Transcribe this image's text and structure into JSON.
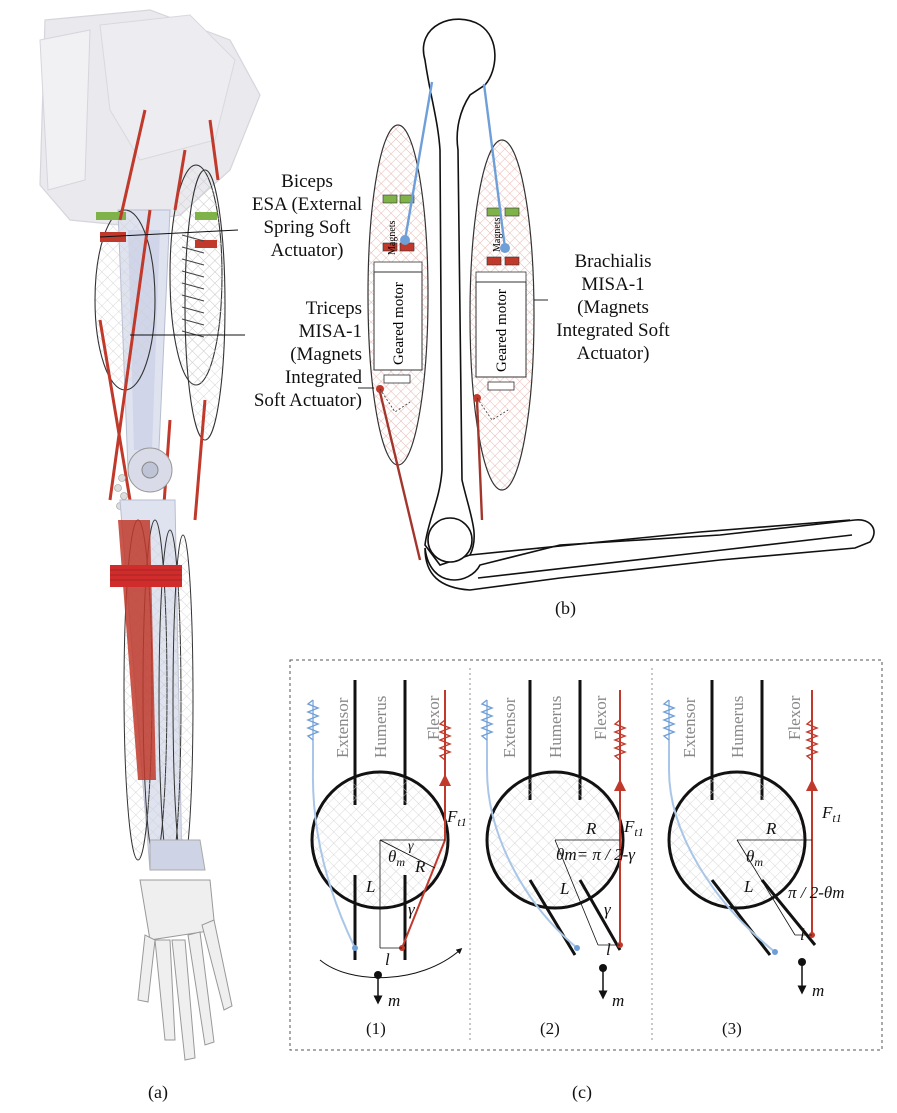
{
  "panel_labels": {
    "a": "(a)",
    "b": "(b)",
    "c": "(c)"
  },
  "callouts": {
    "biceps": [
      "Biceps",
      "ESA (External",
      "Spring Soft",
      "Actuator)"
    ],
    "triceps": [
      "Triceps",
      "MISA-1",
      "(Magnets",
      "Integrated",
      "Soft Actuator)"
    ],
    "brachialis": [
      "Brachialis",
      "MISA-1",
      "(Magnets",
      "Integrated Soft",
      "Actuator)"
    ]
  },
  "actuator_labels": {
    "magnets": "Magnets",
    "motor": "Geared motor"
  },
  "subpanels": [
    {
      "label": "(1)",
      "extensor": "Extensor",
      "humerus": "Humerus",
      "flexor": "Flexor",
      "force": "F",
      "force_sub": "t1",
      "R": "R",
      "L": "L",
      "l": "l",
      "m": "m",
      "gamma": "γ",
      "theta": "θ",
      "theta_sub": "m"
    },
    {
      "label": "(2)",
      "extensor": "Extensor",
      "humerus": "Humerus",
      "flexor": "Flexor",
      "force": "F",
      "force_sub": "t1",
      "R": "R",
      "L": "L",
      "l": "l",
      "m": "m",
      "gamma": "γ",
      "equation": "θm= π / 2-γ"
    },
    {
      "label": "(3)",
      "extensor": "Extensor",
      "humerus": "Humerus",
      "flexor": "Flexor",
      "force": "F",
      "force_sub": "t1",
      "R": "R",
      "L": "L",
      "l": "l",
      "m": "m",
      "theta": "θ",
      "theta_sub": "m",
      "equation": "π / 2-θm"
    }
  ],
  "colors": {
    "red": "#c0392b",
    "blue": "#6f9fd8",
    "lightblue": "#a9c6e8",
    "green": "#7fb34a",
    "ink": "#111111"
  }
}
